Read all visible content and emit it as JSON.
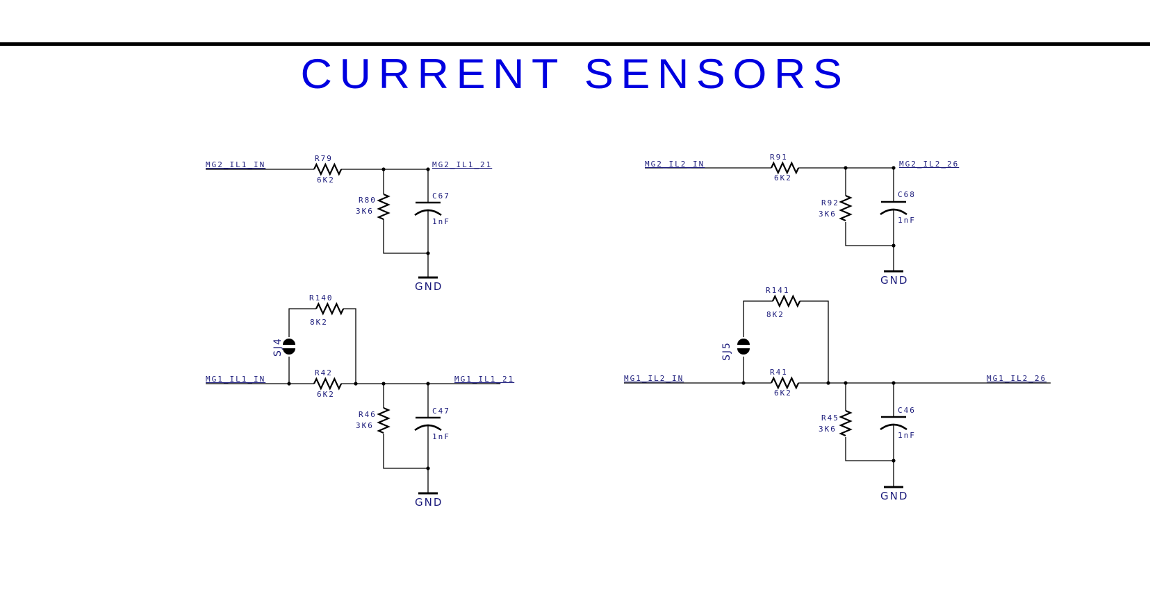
{
  "title": "CURRENT SENSORS",
  "colors": {
    "title": "#0000e0",
    "label": "#1a1a7a",
    "wire": "#000000"
  },
  "ground_label": "GND",
  "blocks": [
    {
      "input_net": "MG2_IL1_IN",
      "output_net": "MG2_IL1_21",
      "series_resistor": {
        "ref": "R79",
        "value": "6K2"
      },
      "shunt_resistor": {
        "ref": "R80",
        "value": "3K6"
      },
      "capacitor": {
        "ref": "C67",
        "value": "1nF"
      },
      "ground": "GND"
    },
    {
      "input_net": "MG2_IL2_IN",
      "output_net": "MG2_IL2_26",
      "series_resistor": {
        "ref": "R91",
        "value": "6K2"
      },
      "shunt_resistor": {
        "ref": "R92",
        "value": "3K6"
      },
      "capacitor": {
        "ref": "C68",
        "value": "1nF"
      },
      "ground": "GND"
    },
    {
      "input_net": "MG1_IL1_IN",
      "output_net": "MG1_IL1_21",
      "solder_jumper": {
        "ref": "SJ4"
      },
      "bypass_resistor": {
        "ref": "R140",
        "value": "8K2"
      },
      "series_resistor": {
        "ref": "R42",
        "value": "6K2"
      },
      "shunt_resistor": {
        "ref": "R46",
        "value": "3K6"
      },
      "capacitor": {
        "ref": "C47",
        "value": "1nF"
      },
      "ground": "GND"
    },
    {
      "input_net": "MG1_IL2_IN",
      "output_net": "MG1_IL2_26",
      "solder_jumper": {
        "ref": "SJ5"
      },
      "bypass_resistor": {
        "ref": "R141",
        "value": "8K2"
      },
      "series_resistor": {
        "ref": "R41",
        "value": "6K2"
      },
      "shunt_resistor": {
        "ref": "R45",
        "value": "3K6"
      },
      "capacitor": {
        "ref": "C46",
        "value": "1nF"
      },
      "ground": "GND"
    }
  ]
}
